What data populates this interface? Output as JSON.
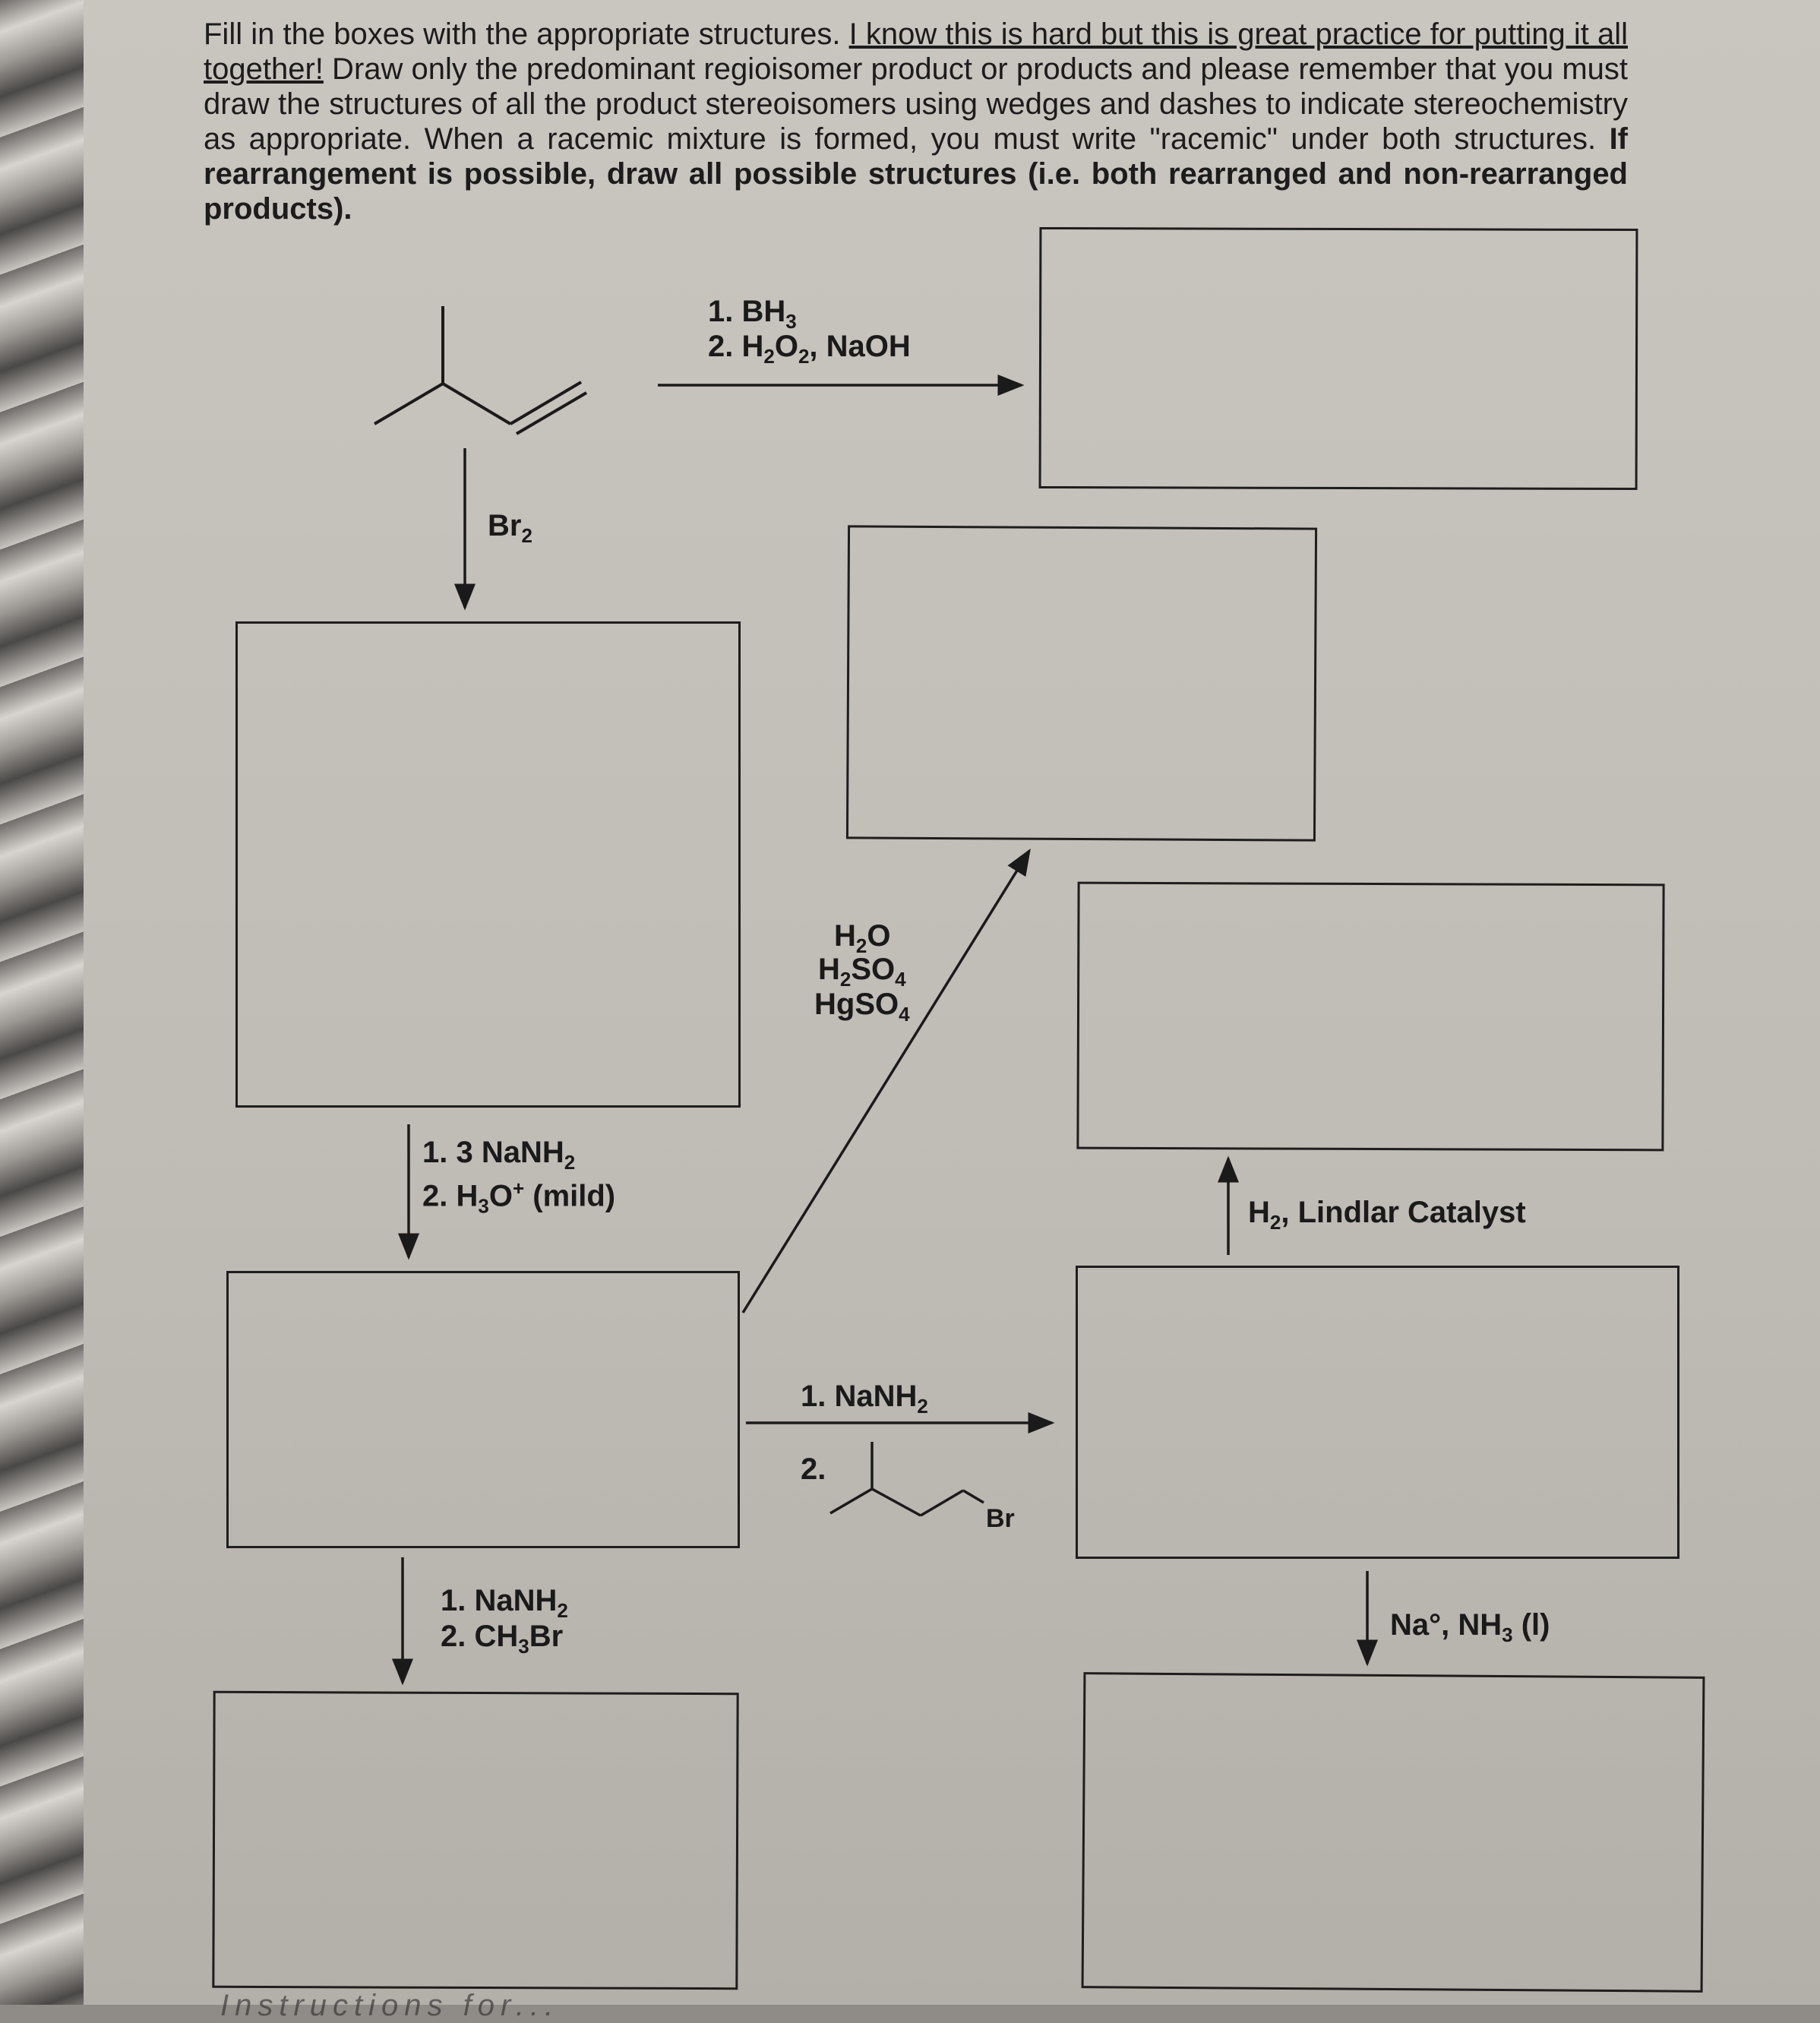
{
  "instructions": {
    "line1_start": "Fill in the boxes with the appropriate structures. ",
    "line1_underlined": "I know this is hard but this is great practice for putting it all together!",
    "line1_rest": " Draw only the predominant regioisomer product or products and please remember that you must draw the structures of all the product stereoisomers using wedges and dashes to indicate stereochemistry as appropriate. When a racemic mixture is formed, you must write \"racemic\" under both structures. ",
    "bold_part": "If rearrangement is possible, draw all possible structures (i.e. both rearranged and non-rearranged products)."
  },
  "reagents": {
    "hydroboration_step1": "1. BH3",
    "hydroboration_step2": "2. H2O2, NaOH",
    "bromination": "Br2",
    "elimination_step1": "1. 3 NaNH2",
    "elimination_step2": "2. H3O+ (mild)",
    "hydration_line1": "H2O",
    "hydration_line2": "H2SO4",
    "hydration_line3": "HgSO4",
    "alkylation_ethyl_step1": "1. NaNH2",
    "alkylation_ethyl_step2": "2.",
    "alkyl_halide_label": "Br",
    "methylation_step1": "1. NaNH2",
    "methylation_step2": "2. CH3Br",
    "lindlar": "H2, Lindlar Catalyst",
    "dissolving_metal": "Na°, NH3 (l)"
  },
  "answer_boxes": [
    "",
    "",
    "",
    "",
    "",
    "",
    "",
    ""
  ],
  "footer_fragment": "Instructions for..."
}
